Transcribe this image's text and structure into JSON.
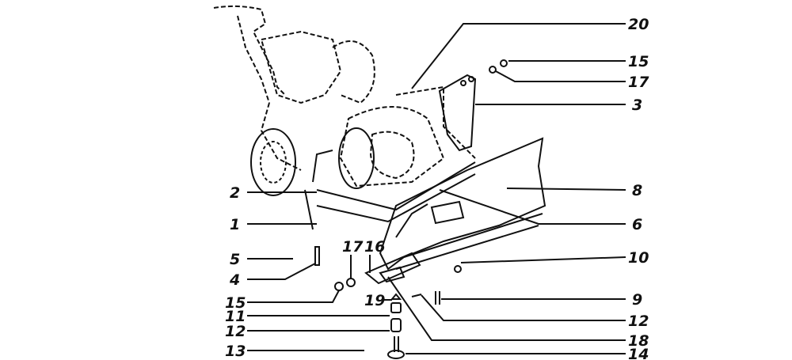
{
  "diagram": {
    "callouts": [
      {
        "id": "20",
        "label": "20"
      },
      {
        "id": "15-top",
        "label": "15"
      },
      {
        "id": "17-top",
        "label": "17"
      },
      {
        "id": "3",
        "label": "3"
      },
      {
        "id": "8",
        "label": "8"
      },
      {
        "id": "6",
        "label": "6"
      },
      {
        "id": "10",
        "label": "10"
      },
      {
        "id": "9",
        "label": "9"
      },
      {
        "id": "12-right",
        "label": "12"
      },
      {
        "id": "18",
        "label": "18"
      },
      {
        "id": "14",
        "label": "14"
      },
      {
        "id": "2",
        "label": "2"
      },
      {
        "id": "1",
        "label": "1"
      },
      {
        "id": "5",
        "label": "5"
      },
      {
        "id": "4",
        "label": "4"
      },
      {
        "id": "15-left",
        "label": "15"
      },
      {
        "id": "11",
        "label": "11"
      },
      {
        "id": "12-left",
        "label": "12"
      },
      {
        "id": "13",
        "label": "13"
      },
      {
        "id": "17-mid",
        "label": "17"
      },
      {
        "id": "16",
        "label": "16"
      },
      {
        "id": "19",
        "label": "19"
      }
    ]
  }
}
